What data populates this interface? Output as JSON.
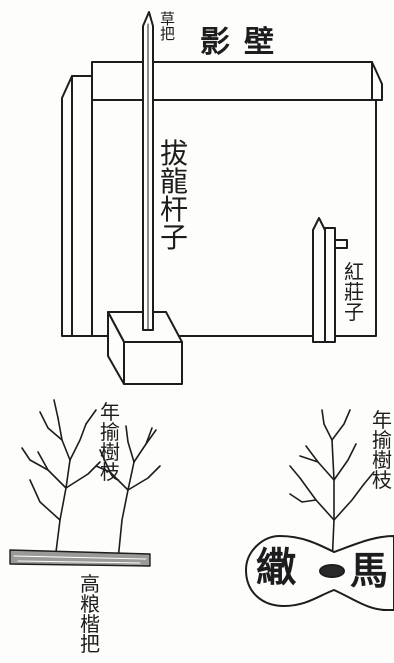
{
  "colors": {
    "ink": "#1d1d1d",
    "paper": "#fdfdfb"
  },
  "labels": {
    "screen_wall": "影壁",
    "straw_top": "草把",
    "dragon_pole": "拔龍杆子",
    "red_stake": "紅莊子",
    "tree_left": "年揄樹枝",
    "tree_right": "年揄樹枝",
    "sorghum_bundle": "高粮楷把",
    "char_left": "繖",
    "char_right": "馬"
  }
}
